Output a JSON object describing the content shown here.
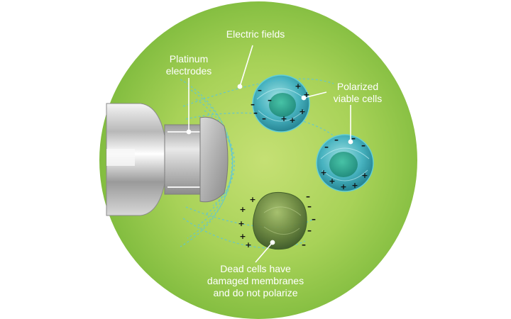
{
  "labels": {
    "electric_fields": "Electric fields",
    "platinum_line1": "Platinum",
    "platinum_line2": "electrodes",
    "polarized_line1": "Polarized",
    "polarized_line2": "viable cells",
    "dead_line1": "Dead cells have",
    "dead_line2": "damaged membranes",
    "dead_line3": "and do not polarize"
  },
  "symbols": {
    "plus": "+",
    "minus": "–"
  },
  "colors": {
    "background_circle": "#8dc63f",
    "background_circle_center": "#c3df72",
    "field_lines": "#5bc4d8",
    "viable_cell": "#2aa0b8",
    "dead_cell": "#5c7a3a",
    "label_text": "#ffffff",
    "sign_color": "#111111"
  },
  "cells": {
    "viable": [
      {
        "name": "viable-cell-top",
        "plus": [
          [
            420,
            122
          ],
          [
            432,
            134
          ],
          [
            412,
            170
          ],
          [
            400,
            168
          ],
          [
            426,
            158
          ]
        ],
        "minus": [
          [
            366,
            128
          ],
          [
            356,
            148
          ],
          [
            360,
            160
          ],
          [
            372,
            168
          ],
          [
            380,
            142
          ]
        ]
      },
      {
        "name": "viable-cell-right",
        "plus": [
          [
            456,
            244
          ],
          [
            468,
            256
          ],
          [
            484,
            264
          ],
          [
            500,
            262
          ],
          [
            514,
            248
          ]
        ],
        "minus": [
          [
            460,
            208
          ],
          [
            474,
            198
          ],
          [
            498,
            196
          ],
          [
            512,
            206
          ]
        ]
      }
    ],
    "dead": {
      "plus": [
        [
          342,
          296
        ],
        [
          340,
          316
        ],
        [
          342,
          334
        ],
        [
          350,
          346
        ],
        [
          356,
          282
        ]
      ],
      "minus": [
        [
          436,
          292
        ],
        [
          442,
          310
        ],
        [
          436,
          326
        ],
        [
          428,
          346
        ],
        [
          434,
          278
        ]
      ]
    }
  }
}
